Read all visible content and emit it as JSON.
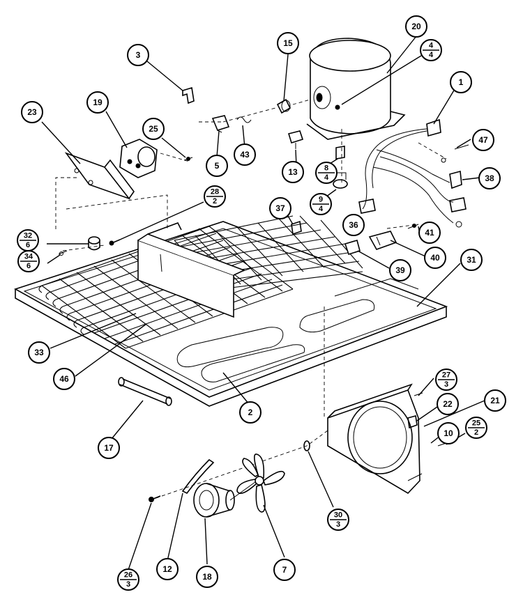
{
  "callouts": [
    {
      "id": "3"
    },
    {
      "id": "15"
    },
    {
      "id": "20"
    },
    {
      "id": "4",
      "sub": "4"
    },
    {
      "id": "1"
    },
    {
      "id": "23"
    },
    {
      "id": "19"
    },
    {
      "id": "25"
    },
    {
      "id": "5"
    },
    {
      "id": "43"
    },
    {
      "id": "13"
    },
    {
      "id": "8",
      "sub": "4"
    },
    {
      "id": "47"
    },
    {
      "id": "38"
    },
    {
      "id": "28",
      "sub": "2"
    },
    {
      "id": "37"
    },
    {
      "id": "9",
      "sub": "4"
    },
    {
      "id": "36"
    },
    {
      "id": "41"
    },
    {
      "id": "32",
      "sub": "6"
    },
    {
      "id": "34",
      "sub": "6"
    },
    {
      "id": "40"
    },
    {
      "id": "39"
    },
    {
      "id": "31"
    },
    {
      "id": "33"
    },
    {
      "id": "46"
    },
    {
      "id": "2"
    },
    {
      "id": "27",
      "sub": "3"
    },
    {
      "id": "22"
    },
    {
      "id": "21"
    },
    {
      "id": "10"
    },
    {
      "id": "25",
      "sub": "2"
    },
    {
      "id": "17"
    },
    {
      "id": "30",
      "sub": "3"
    },
    {
      "id": "26",
      "sub": "3"
    },
    {
      "id": "12"
    },
    {
      "id": "18"
    },
    {
      "id": "7"
    }
  ]
}
